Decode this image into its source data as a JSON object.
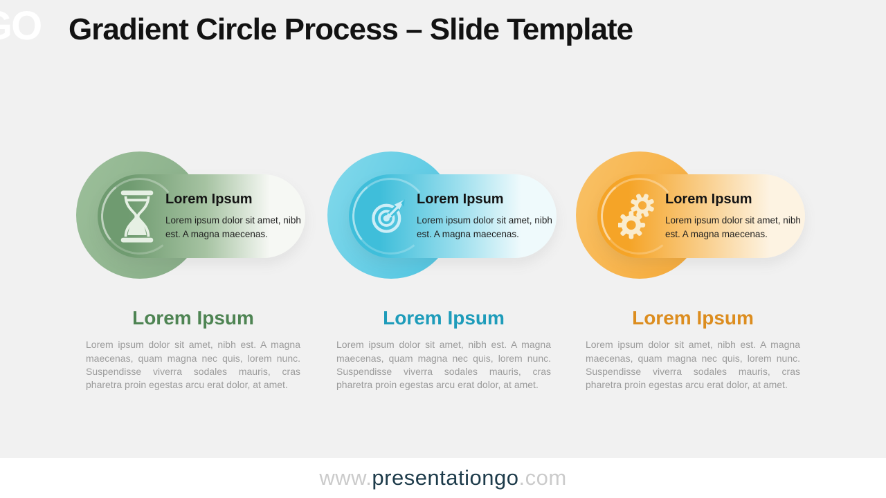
{
  "logo_text": "GO",
  "slide_title": "Gradient Circle Process – Slide Template",
  "background": {
    "canvas": "#f1f1f1",
    "footer_band": "#ffffff",
    "title_color": "#121212"
  },
  "items": [
    {
      "icon": "hourglass-icon",
      "card": {
        "title": "Lorem Ipsum",
        "text": "Lorem ipsum dolor sit amet, nibh est. A magna maecenas."
      },
      "column": {
        "heading": "Lorem Ipsum",
        "body": "Lorem ipsum dolor sit amet, nibh est. A magna maecenas, quam magna nec quis, lorem nunc. Suspendisse viverra sodales mauris, cras pharetra proin egestas arcu erat dolor, at amet."
      },
      "colors": {
        "circle_light": "#9cbf9a",
        "circle_base": "#86ac86",
        "pill_start": "#6f9b70",
        "pill_mid": "#a6c3a2",
        "pill_end": "#f6f8f4",
        "icon": "#e6f0e4",
        "heading": "#4e8453"
      }
    },
    {
      "icon": "target-icon",
      "card": {
        "title": "Lorem Ipsum",
        "text": "Lorem ipsum dolor sit amet, nibh est. A magna maecenas."
      },
      "column": {
        "heading": "Lorem Ipsum",
        "body": "Lorem ipsum dolor sit amet, nibh est. A magna maecenas, quam magna nec quis, lorem nunc. Suspendisse viverra sodales mauris, cras pharetra proin egestas arcu erat dolor, at amet."
      },
      "colors": {
        "circle_light": "#83d9eb",
        "circle_base": "#4cc3e0",
        "pill_start": "#3fbeda",
        "pill_mid": "#9adeed",
        "pill_end": "#effafc",
        "icon": "#cdeef7",
        "heading": "#1e9cba"
      }
    },
    {
      "icon": "gears-icon",
      "card": {
        "title": "Lorem Ipsum",
        "text": "Lorem ipsum dolor sit amet, nibh est. A magna maecenas."
      },
      "column": {
        "heading": "Lorem Ipsum",
        "body": "Lorem ipsum dolor sit amet, nibh est. A magna maecenas, quam magna nec quis, lorem nunc. Suspendisse viverra sodales mauris, cras pharetra proin egestas arcu erat dolor, at amet."
      },
      "colors": {
        "circle_light": "#f9c268",
        "circle_base": "#f5a835",
        "pill_start": "#f5a427",
        "pill_mid": "#f9cf8d",
        "pill_end": "#fdf3e2",
        "icon": "#faeccd",
        "heading": "#dc8d1f"
      }
    }
  ],
  "footer": {
    "prefix": "www.",
    "brand": "presentationgo",
    "suffix": ".com",
    "brand_color": "#1d3b4a",
    "muted_color": "#cbcbcb"
  }
}
